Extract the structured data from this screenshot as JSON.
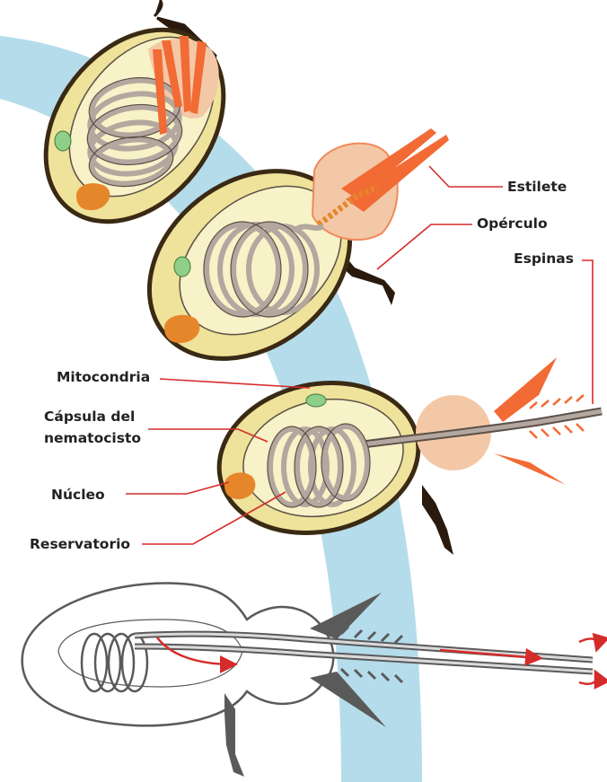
{
  "labels": {
    "estilete": "Estilete",
    "operculo": "Opérculo",
    "espinas": "Espinas",
    "mitocondria": "Mitocondria",
    "capsula_line1": "Cápsula del",
    "capsula_line2": "nematocisto",
    "nucleo": "Núcleo",
    "reservatorio": "Reservatorio"
  },
  "colors": {
    "capsule_outer": "#efe29a",
    "capsule_inner": "#f7f2c7",
    "capsule_stroke": "#3a2a14",
    "coil": "#b3a79f",
    "coil_dark": "#5b5048",
    "bulb": "#f3c8a7",
    "bulb_stroke": "#f08a5a",
    "spine": "#f26a34",
    "nucleus": "#e6862a",
    "mitochondrion": "#8fcf8a",
    "background_arc": "#b5dceb",
    "leader_line": "#d62b2b",
    "operculum": "#2a1a0e",
    "outline_gray": "#5a5a5a",
    "arrow_red": "#d62b2b"
  }
}
